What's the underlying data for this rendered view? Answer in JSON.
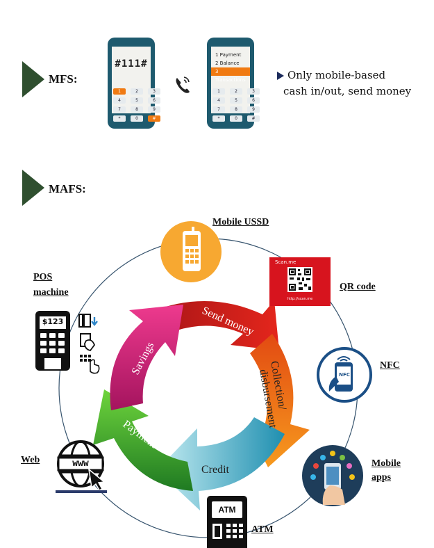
{
  "mfs": {
    "heading": "MFS:",
    "phone1": {
      "code": "#111#",
      "keys": [
        "1",
        "2",
        "3",
        "4",
        "5",
        "6",
        "7",
        "8",
        "9",
        "*",
        "0",
        "#"
      ]
    },
    "phone2": {
      "menu": [
        "1 Payment",
        "2 Balance",
        "3 Transactions"
      ],
      "keys": [
        "1",
        "2",
        "3",
        "4",
        "5",
        "6",
        "7",
        "8",
        "9",
        "*",
        "0",
        "#"
      ]
    },
    "description_line1": "Only mobile-based",
    "description_line2": "cash in/out, send money"
  },
  "mafs": {
    "heading": "MAFS:",
    "cycle_labels": {
      "send_money": "Send money",
      "collection": "Collection/",
      "disbursement": "disbursement",
      "credit": "Credit",
      "payment": "Payment",
      "savings": "Savings"
    },
    "channels": {
      "mobile_ussd": "Mobile USSD",
      "qr_code": "QR code",
      "nfc": "NFC",
      "mobile_apps_1": "Mobile",
      "mobile_apps_2": "apps",
      "atm": "ATM",
      "web": "Web",
      "pos_1": "POS",
      "pos_2": "machine"
    },
    "icon_text": {
      "qr_brand": "Scan.me",
      "qr_url": "http://scan.me",
      "nfc": "NFC",
      "www": "www",
      "atm": "ATM",
      "pos_amount": "$123"
    }
  },
  "colors": {
    "triangle": "#2f4f2f",
    "phone": "#1e5a6e",
    "orange": "#f07a12",
    "red": "#d51d1d",
    "magenta": "#d6216f",
    "green": "#3aa830",
    "teal": "#3aa6b9",
    "ussd_circle": "#f7a831",
    "qr_bg": "#d7141e",
    "nfc_blue": "#1b4f86",
    "apps_bg": "#1e3d5a"
  }
}
